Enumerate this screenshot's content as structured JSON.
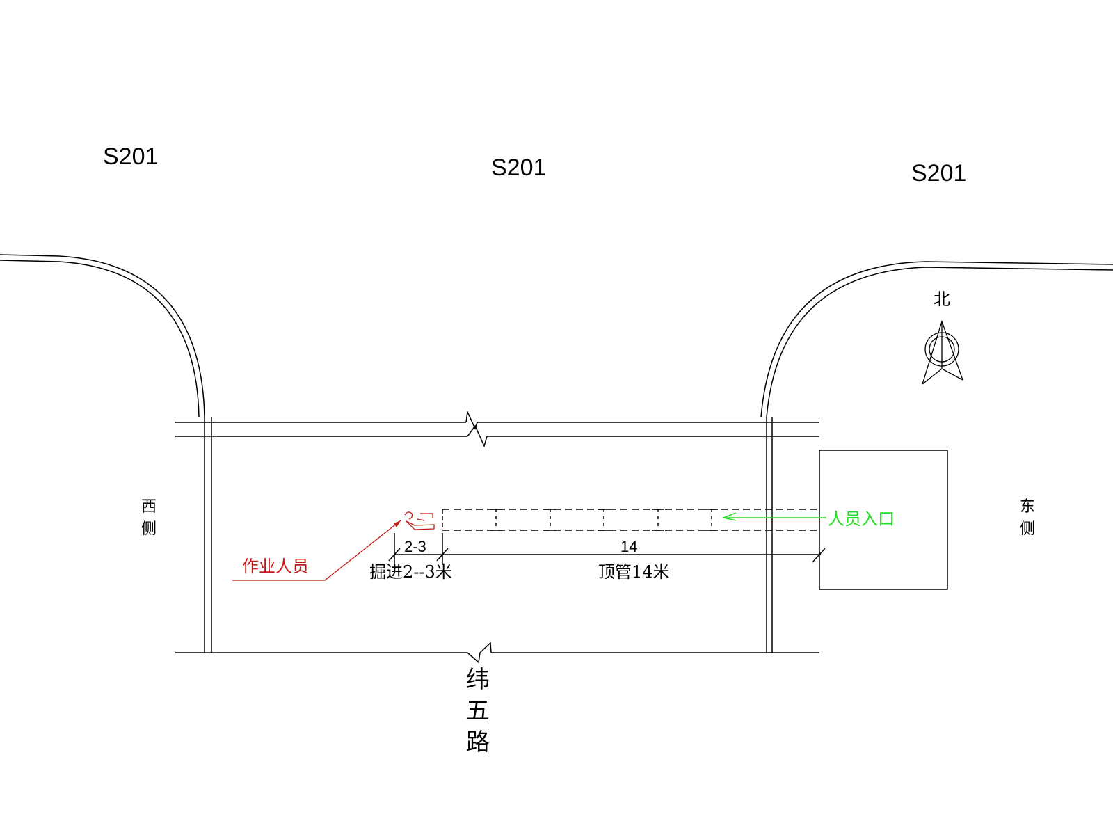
{
  "roads": {
    "top_labels": [
      "S201",
      "S201",
      "S201"
    ],
    "bottom_label_chars": [
      "纬",
      "五",
      "路"
    ]
  },
  "sides": {
    "west_chars": [
      "西",
      "侧"
    ],
    "east_chars": [
      "东",
      "侧"
    ]
  },
  "compass": {
    "north_label": "北"
  },
  "dimensions": {
    "short_value": "2-3",
    "long_value": "14",
    "short_note": "掘进2--3米",
    "long_note": "顶管14米"
  },
  "annotations": {
    "worker_label": "作业人员",
    "entrance_label": "人员入口",
    "worker_color": "#c41a16",
    "entrance_color": "#22dd22"
  },
  "icons": {
    "compass": "north-arrow-icon",
    "worker": "worker-icon"
  }
}
